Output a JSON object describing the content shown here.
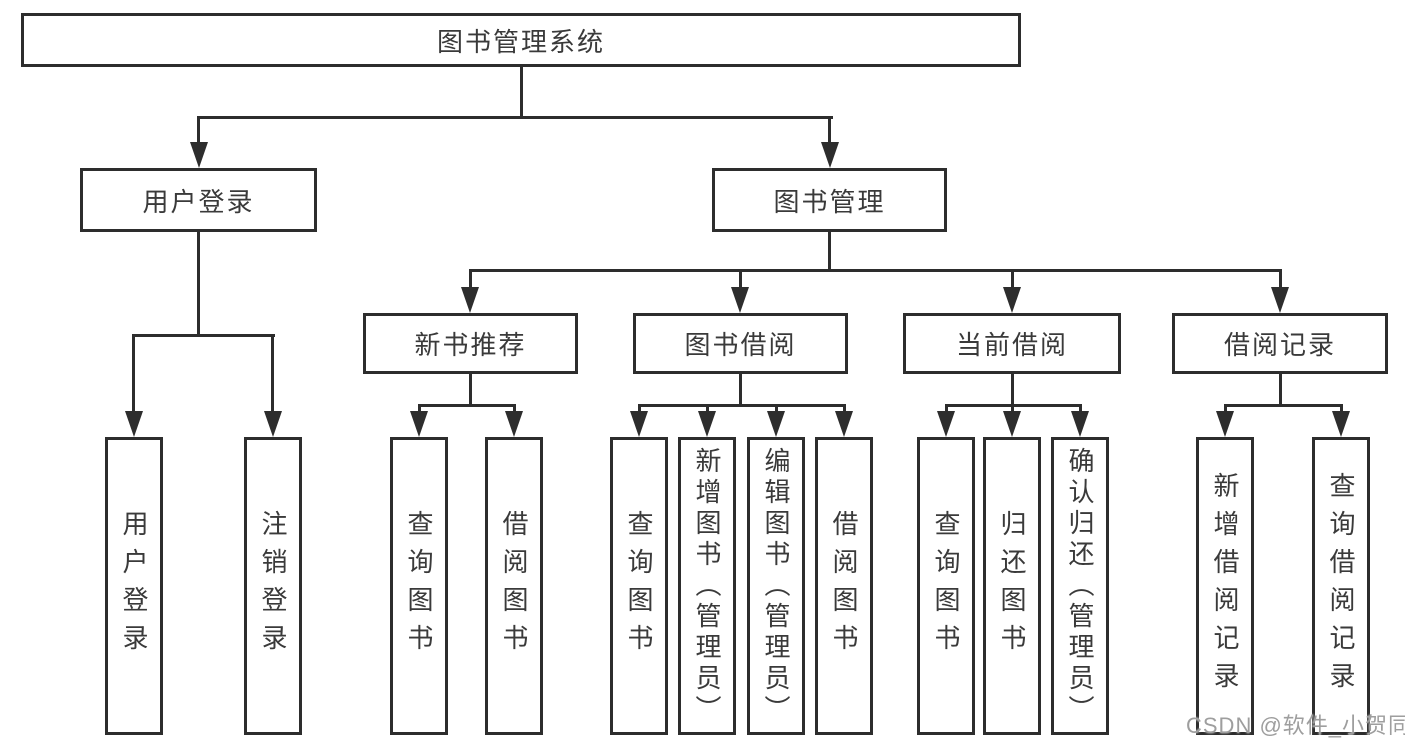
{
  "nodes": {
    "root": {
      "label": "图书管理系统"
    },
    "level2": [
      {
        "label": "用户登录"
      },
      {
        "label": "图书管理"
      }
    ],
    "level3": [
      {
        "label": "新书推荐"
      },
      {
        "label": "图书借阅"
      },
      {
        "label": "当前借阅"
      },
      {
        "label": "借阅记录"
      }
    ],
    "leaves": [
      {
        "label": "用户登录"
      },
      {
        "label": "注销登录"
      },
      {
        "label": "查询图书"
      },
      {
        "label": "借阅图书"
      },
      {
        "label": "查询图书"
      },
      {
        "label": "新增图书（管理员）"
      },
      {
        "label": "编辑图书（管理员）"
      },
      {
        "label": "借阅图书"
      },
      {
        "label": "查询图书"
      },
      {
        "label": "归还图书"
      },
      {
        "label": "确认归还（管理员）"
      },
      {
        "label": "新增借阅记录"
      },
      {
        "label": "查询借阅记录"
      }
    ]
  },
  "watermark": "CSDN @软件_小贺同学",
  "colors": {
    "line": "#2d2d2d",
    "text": "#3a3a3a",
    "watermark": "#9e9e9e",
    "background": "#ffffff"
  }
}
